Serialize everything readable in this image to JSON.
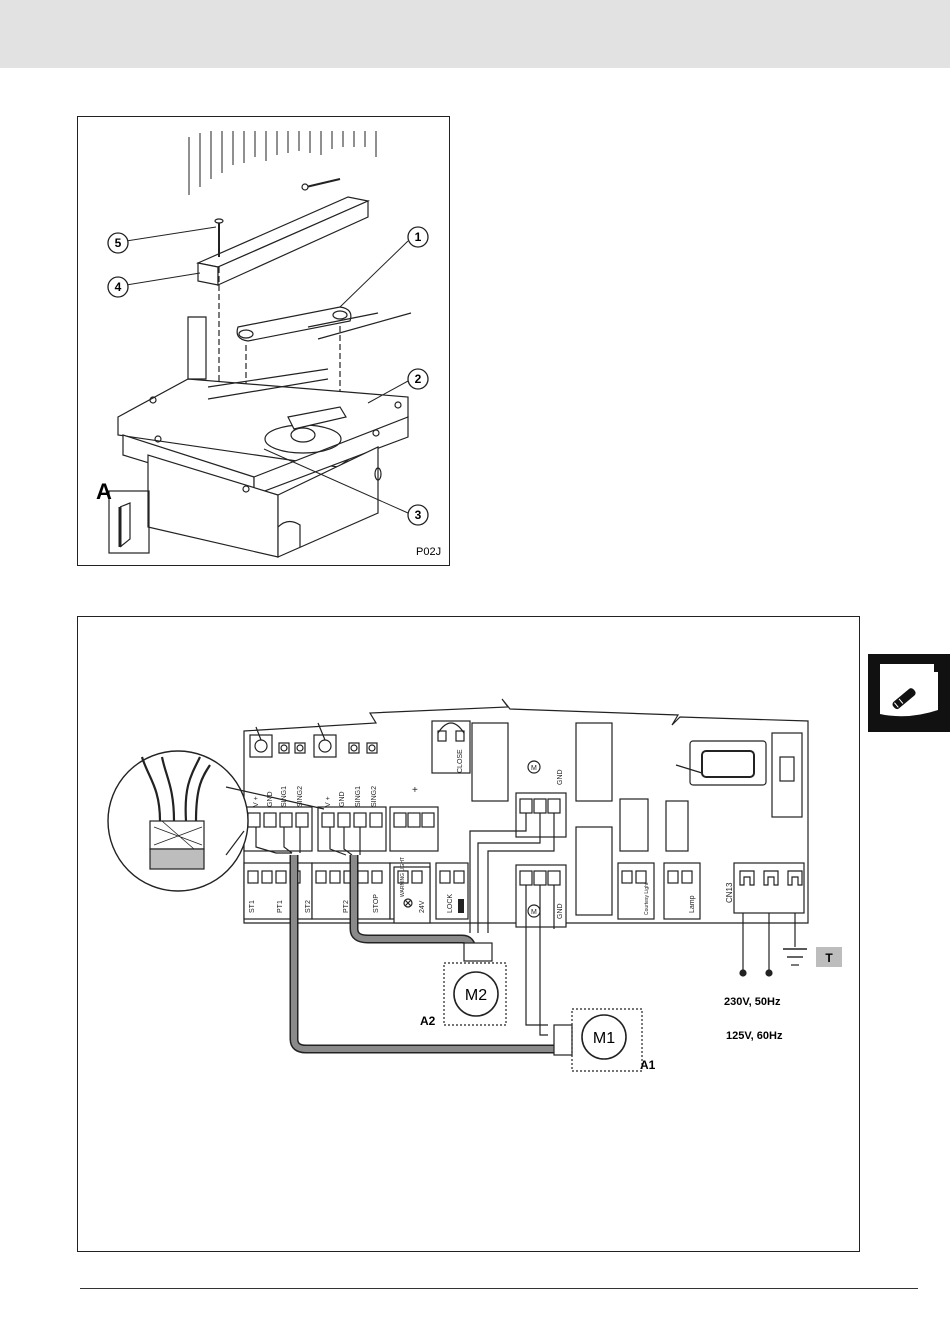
{
  "figure_install": {
    "callouts": [
      "1",
      "2",
      "3",
      "4",
      "5"
    ],
    "view_letter": "A",
    "code": "P02J"
  },
  "figure_wiring": {
    "terminal_top": [
      "V +",
      "GND",
      "SING1",
      "SING2",
      "V +",
      "GND",
      "SING1",
      "SING2",
      "+"
    ],
    "motor_symbol": "M",
    "gnd": "GND",
    "bottom_terms": [
      "ST1",
      "PT1",
      "ST2",
      "PT2",
      "STOP",
      "WARNING LIGHT",
      "24V",
      "LOCK",
      "Courtesy Light",
      "Lamp"
    ],
    "connector": "CN13",
    "close_label": "CLOSE",
    "motor1": "M1",
    "motor2": "M2",
    "a1": "A1",
    "a2": "A2",
    "t_label": "T",
    "supply1": "230V, 50Hz",
    "supply2": "125V, 60Hz"
  },
  "colors": {
    "band": "#e2e2e2",
    "cable": "#8a8a8a",
    "tab": "#111111"
  },
  "icons": [
    "screwdriver-icon",
    "earth-ground-icon"
  ]
}
